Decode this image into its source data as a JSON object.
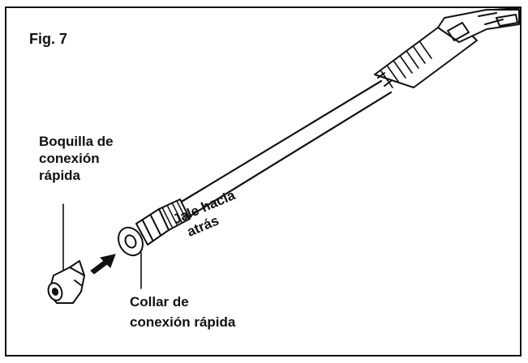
{
  "figure": {
    "title": "Fig. 7"
  },
  "labels": {
    "nozzle": [
      "Boquilla de",
      "conexión",
      "rápida"
    ],
    "pull": [
      "Jale hacia",
      "atrás"
    ],
    "collar": [
      "Collar de",
      "conexión rápida"
    ]
  }
}
